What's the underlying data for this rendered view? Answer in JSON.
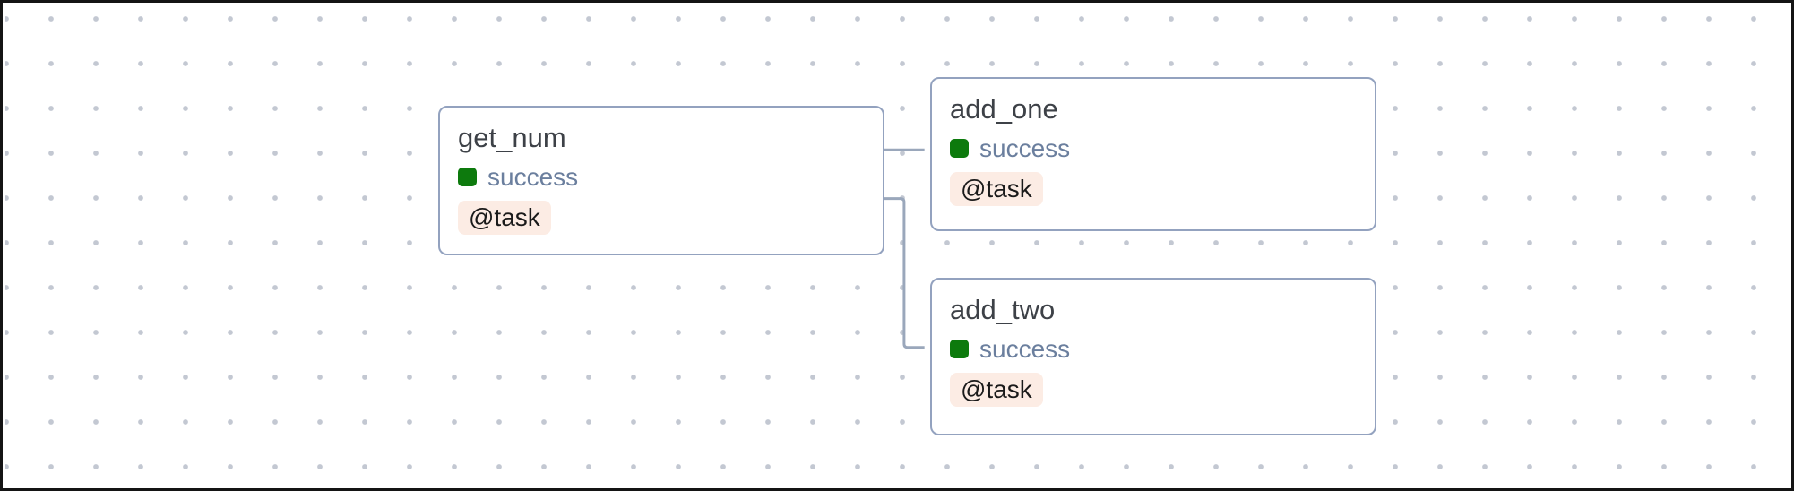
{
  "diagram": {
    "nodes": [
      {
        "id": "get_num",
        "title": "get_num",
        "status_label": "success",
        "badge": "@task"
      },
      {
        "id": "add_one",
        "title": "add_one",
        "status_label": "success",
        "badge": "@task"
      },
      {
        "id": "add_two",
        "title": "add_two",
        "status_label": "success",
        "badge": "@task"
      }
    ],
    "edges": [
      {
        "from": "get_num",
        "to": "add_one"
      },
      {
        "from": "get_num",
        "to": "add_two"
      }
    ],
    "colors": {
      "success_green": "#0d7a0d",
      "status_text": "#6b7f9e",
      "node_border": "#93a2bf",
      "badge_background": "#fcece4",
      "edge": "#9aa7bb",
      "title_text": "#3d4147",
      "grid_dot": "#c3c8d2",
      "frame_border": "#141414"
    }
  }
}
